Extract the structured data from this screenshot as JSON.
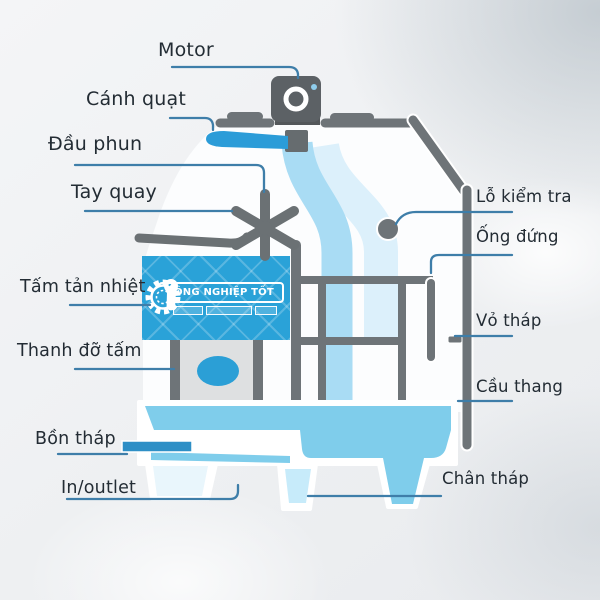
{
  "diagram": {
    "subject": "cooling-tower-parts",
    "watermark": {
      "brand": "ÔNG NGHIỆP TỐT"
    },
    "labels_left": [
      {
        "id": "motor",
        "text": "Motor"
      },
      {
        "id": "fan-blade",
        "text": "Cánh quạt"
      },
      {
        "id": "spray-head",
        "text": "Đầu phun"
      },
      {
        "id": "rotary-arm",
        "text": "Tay quay"
      },
      {
        "id": "heat-fill-sheet",
        "text": "Tấm tản nhiệt"
      },
      {
        "id": "sheet-support-bar",
        "text": "Thanh đỡ tấm"
      },
      {
        "id": "tower-basin",
        "text": "Bồn tháp"
      },
      {
        "id": "in-outlet",
        "text": "In/outlet"
      }
    ],
    "labels_right": [
      {
        "id": "inspection-hole",
        "text": "Lỗ kiểm tra"
      },
      {
        "id": "riser-pipe",
        "text": "Ống đứng"
      },
      {
        "id": "tower-shell",
        "text": "Vỏ tháp"
      },
      {
        "id": "ladder",
        "text": "Cầu thang"
      },
      {
        "id": "tower-foot",
        "text": "Chân tháp"
      }
    ],
    "colors": {
      "accent_blue": "#2AA2D8",
      "water_blue": "#A9DCF4",
      "pale_blue": "#DCF0FB",
      "basin_blue": "#7FCDEB",
      "pipe_dark_blue": "#2E8FC6",
      "structure_gray": "#6E7478",
      "motor_gray": "#5C6165",
      "leader_line": "#3E7EA9",
      "label_text": "#232C34",
      "background": "#EEF0F2"
    }
  }
}
